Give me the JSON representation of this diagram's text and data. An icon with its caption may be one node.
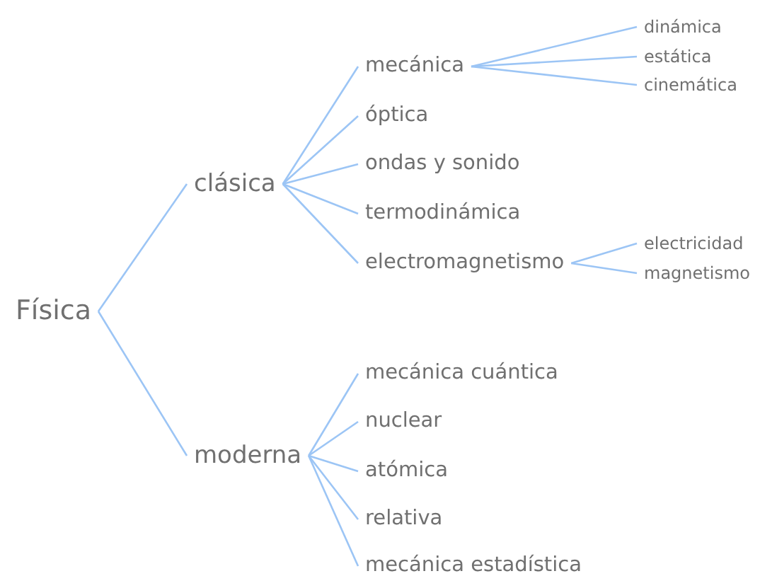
{
  "diagram": {
    "nodes": [
      {
        "text": [
          "Física"
        ]
      },
      {
        "text": [
          "clásica"
        ]
      },
      {
        "text": [
          "mecánica"
        ]
      },
      {
        "text": [
          "dinámica"
        ]
      },
      {
        "text": [
          "estática"
        ]
      },
      {
        "text": [
          "cinemática"
        ]
      },
      {
        "text": [
          "óptica"
        ]
      },
      {
        "text": [
          "ondas y sonido"
        ]
      },
      {
        "text": [
          "termodinámica"
        ]
      },
      {
        "text": [
          "electromagnetismo"
        ]
      },
      {
        "text": [
          "electricidad"
        ]
      },
      {
        "text": [
          "magnetismo"
        ]
      },
      {
        "text": [
          "moderna"
        ]
      },
      {
        "text": [
          "mecánica cuántica"
        ]
      },
      {
        "text": [
          "nuclear"
        ]
      },
      {
        "text": [
          "atómica"
        ]
      },
      {
        "text": [
          "relativa"
        ]
      },
      {
        "text": [
          "mecánica estadística"
        ]
      }
    ],
    "edges": [
      {
        "from": 0,
        "to": 1,
        "arrow": "none"
      },
      {
        "from": 0,
        "to": 12,
        "arrow": "none"
      },
      {
        "from": 1,
        "to": 2,
        "arrow": "none"
      },
      {
        "from": 1,
        "to": 6,
        "arrow": "none"
      },
      {
        "from": 1,
        "to": 7,
        "arrow": "none"
      },
      {
        "from": 1,
        "to": 8,
        "arrow": "none"
      },
      {
        "from": 1,
        "to": 9,
        "arrow": "none"
      },
      {
        "from": 2,
        "to": 3,
        "arrow": "none"
      },
      {
        "from": 2,
        "to": 4,
        "arrow": "none"
      },
      {
        "from": 2,
        "to": 5,
        "arrow": "none"
      },
      {
        "from": 9,
        "to": 10,
        "arrow": "none"
      },
      {
        "from": 9,
        "to": 11,
        "arrow": "none"
      },
      {
        "from": 12,
        "to": 13,
        "arrow": "none"
      },
      {
        "from": 12,
        "to": 14,
        "arrow": "none"
      },
      {
        "from": 12,
        "to": 15,
        "arrow": "none"
      },
      {
        "from": 12,
        "to": 16,
        "arrow": "none"
      },
      {
        "from": 12,
        "to": 17,
        "arrow": "none"
      }
    ]
  }
}
